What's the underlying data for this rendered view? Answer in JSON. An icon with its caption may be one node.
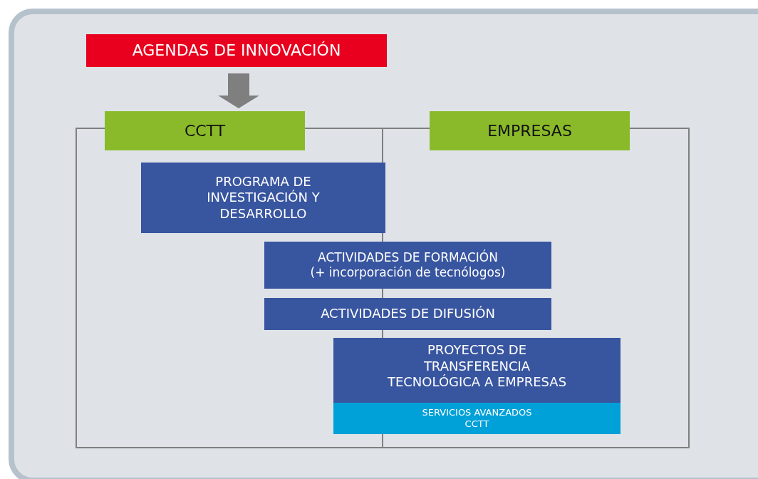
{
  "diagram": {
    "nodes": [
      {
        "text": [
          "AGENDAS DE INNOVACIÓN"
        ]
      },
      {
        "text": [
          "CCTT"
        ]
      },
      {
        "text": [
          "EMPRESAS"
        ]
      },
      {
        "text": [
          "PROGRAMA DE INVESTIGACIÓN Y DESARROLLO"
        ]
      },
      {
        "text": [
          "ACTIVIDADES DE FORMACIÓN",
          "(+ incorporación de tecnólogos)"
        ]
      },
      {
        "text": [
          "ACTIVIDADES DE DIFUSIÓN"
        ]
      },
      {
        "text": [
          "PROYECTOS DE TRANSFERENCIA TECNOLÓGICA A EMPRESAS"
        ]
      },
      {
        "text": [
          "SERVICIOS AVANZADOS CCTT"
        ],
        "in": 6
      }
    ],
    "edges": [
      {
        "from": 0,
        "to": 1,
        "arrow": "to",
        "style": "thick"
      }
    ]
  }
}
